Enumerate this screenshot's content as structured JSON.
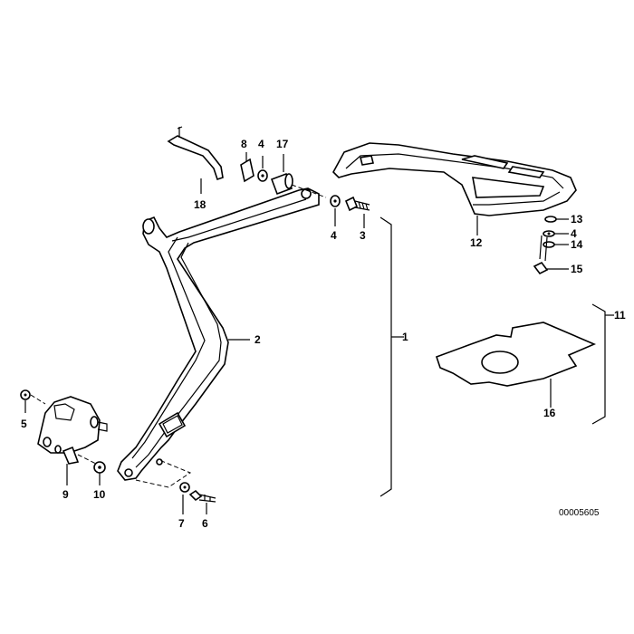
{
  "diagram": {
    "part_numbers": {
      "p1": "1",
      "p2": "2",
      "p3": "3",
      "p4a": "4",
      "p4b": "4",
      "p4c": "4",
      "p5": "5",
      "p6": "6",
      "p7": "7",
      "p8": "8",
      "p9": "9",
      "p10": "10",
      "p11": "11",
      "p12": "12",
      "p13": "13",
      "p14": "14",
      "p15": "15",
      "p16": "16",
      "p17": "17",
      "p18": "18"
    },
    "doc_id": "00005605"
  }
}
